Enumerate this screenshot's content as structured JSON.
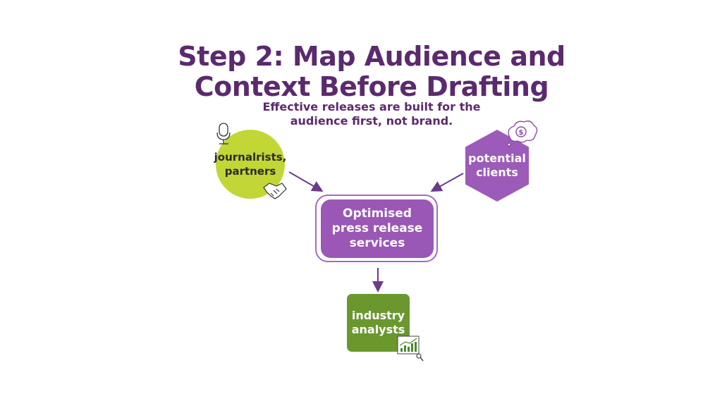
{
  "title": {
    "line1": "Step 2: Map Audience and",
    "line2": "Context Before Drafting"
  },
  "subtitle": {
    "line1": "Effective releases are built for the",
    "line2": "audience first, not brand."
  },
  "nodes": {
    "journalists": {
      "line1": "journalrists,",
      "line2": "partners"
    },
    "clients": {
      "line1": "potential",
      "line2": "clients"
    },
    "center": {
      "line1": "Optimised",
      "line2": "press release",
      "line3": "services"
    },
    "analysts": {
      "line1": "industry",
      "line2": "analysts"
    }
  },
  "icons": {
    "mic": "microphone-icon",
    "handshake": "handshake-icon",
    "money": "money-thought-icon",
    "chart": "chart-magnifier-icon"
  },
  "colors": {
    "title": "#5b2a6e",
    "lime": "#c2d636",
    "purple": "#9a57b5",
    "green": "#6a982f"
  }
}
